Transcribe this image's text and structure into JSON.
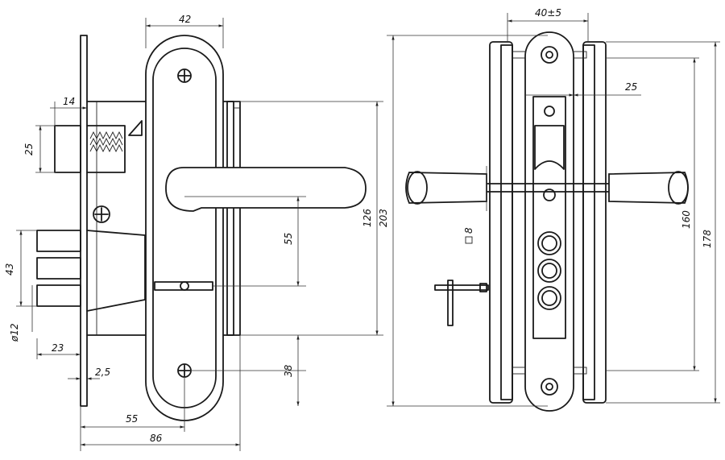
{
  "dimensions": {
    "d42": "42",
    "d14": "14",
    "d25_left": "25",
    "d43": "43",
    "d12": "ø12",
    "d23": "23",
    "d2_5": "2,5",
    "d55_bottom": "55",
    "d86": "86",
    "d55_vertical": "55",
    "d126": "126",
    "d203": "203",
    "d38": "38",
    "d40": "40±5",
    "d25_right": "25",
    "d8": "8",
    "d160": "160",
    "d178": "178"
  },
  "icons": {
    "screw": "cross-screw-icon",
    "square_spindle": "square-symbol-icon"
  }
}
